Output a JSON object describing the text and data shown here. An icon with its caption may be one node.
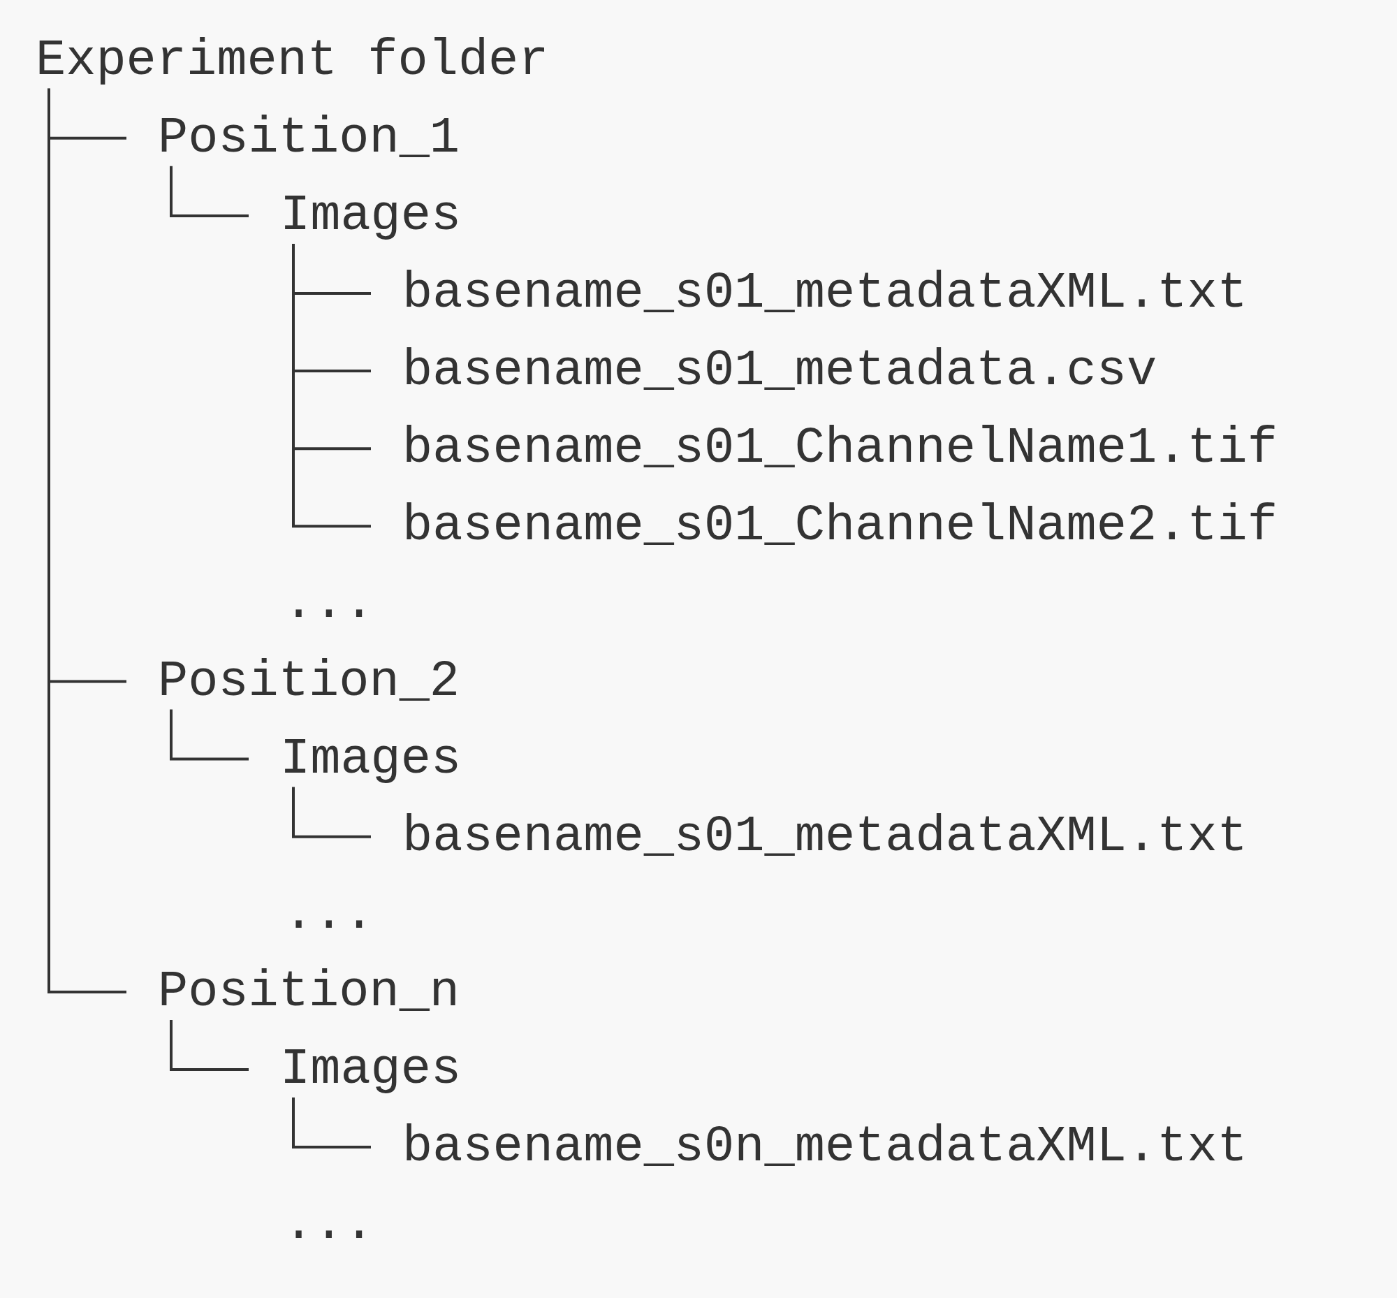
{
  "diagram": {
    "nodes": [
      {
        "text": [
          "Experiment folder"
        ]
      },
      {
        "text": [
          "Position_1"
        ]
      },
      {
        "text": [
          "Images"
        ]
      },
      {
        "text": [
          "basename_s01_metadataXML.txt"
        ]
      },
      {
        "text": [
          "basename_s01_metadata.csv"
        ]
      },
      {
        "text": [
          "basename_s01_ChannelName1.tif"
        ]
      },
      {
        "text": [
          "basename_s01_ChannelName2.tif"
        ]
      },
      {
        "text": [
          "Position_2"
        ]
      },
      {
        "text": [
          "Images"
        ]
      },
      {
        "text": [
          "basename_s01_metadataXML.txt"
        ]
      },
      {
        "text": [
          "Position_n"
        ]
      },
      {
        "text": [
          "Images"
        ]
      },
      {
        "text": [
          "basename_s0n_metadataXML.txt"
        ]
      }
    ],
    "edges": [
      {
        "from": 0,
        "to": 1,
        "arrow": "none"
      },
      {
        "from": 1,
        "to": 2,
        "arrow": "none"
      },
      {
        "from": 2,
        "to": 3,
        "arrow": "none"
      },
      {
        "from": 2,
        "to": 4,
        "arrow": "none"
      },
      {
        "from": 2,
        "to": 5,
        "arrow": "none"
      },
      {
        "from": 2,
        "to": 6,
        "arrow": "none"
      },
      {
        "from": 0,
        "to": 7,
        "arrow": "none"
      },
      {
        "from": 7,
        "to": 8,
        "arrow": "none"
      },
      {
        "from": 8,
        "to": 9,
        "arrow": "none"
      },
      {
        "from": 0,
        "to": 10,
        "arrow": "none"
      },
      {
        "from": 10,
        "to": 11,
        "arrow": "none"
      },
      {
        "from": 11,
        "to": 12,
        "arrow": "none"
      }
    ],
    "labels": [
      "...",
      "...",
      "..."
    ]
  }
}
